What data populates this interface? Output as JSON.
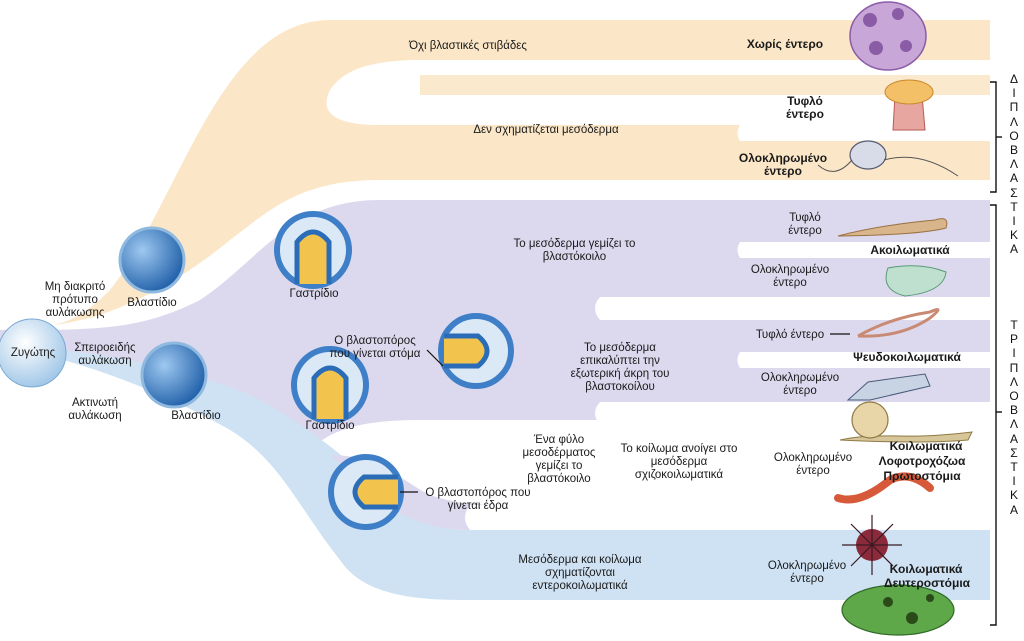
{
  "colors": {
    "diplo_band": "#fbe7c8",
    "triplo_band": "#dcd9ee",
    "deutero_band": "#cfe2f3",
    "embryo_blue": "#3f7fc8",
    "embryo_yellow": "#f2c44e"
  },
  "labels": {
    "zygote": "Ζυγώτης",
    "indeterminate_cleavage": "Μη διακριτό πρότυπο αυλάκωσης",
    "spiral_cleavage": "Σπειροειδής αυλάκωση",
    "radial_cleavage": "Ακτινωτή αυλάκωση",
    "blastula_1": "Βλαστίδιο",
    "blastula_2": "Βλαστίδιο",
    "gastrula_1": "Γαστρίδιο",
    "gastrula_2": "Γαστρίδιο",
    "blastopore_mouth": "Ο βλαστοπόρος που γίνεται στόμα",
    "blastopore_anus": "Ο βλαστοπόρος που γίνεται έδρα",
    "no_germ_layers": "Όχι βλαστικές στιβάδες",
    "no_mesoderm": "Δεν σχηματίζεται μεσόδερμα",
    "mesoderm_fills": "Το μεσόδερμα γεμίζει το βλαστόκοιλο",
    "mesoderm_lines": "Το μεσόδερμα επικαλύπτει την εξωτερική άκρη του βλαστοκοίλου",
    "mesoderm_sheet": "Ένα φύλο μεσοδέρματος γεμίζει το βλαστόκοιλο",
    "schizocoely": "Το κοίλωμα ανοίγει στο μεσόδερμα σχιζοκοιλωματικά",
    "enterocoely": "Μεσόδερμα και κοίλωμα σχηματίζονται εντεροκοιλωματικά",
    "no_gut": "Χωρίς έντερο",
    "blind_gut_1": "Τυφλό έντερο",
    "complete_gut_1": "Ολοκληρωμένο έντερο",
    "blind_gut_2": "Τυφλό έντερο",
    "acoelomates": "Ακοιλωματικά",
    "complete_gut_2": "Ολοκληρωμένο έντερο",
    "blind_gut_3": "Τυφλό έντερο",
    "pseudocoelomates": "Ψευδοκοιλωματικά",
    "complete_gut_3": "Ολοκληρωμένο έντερο",
    "complete_gut_4": "Ολοκληρωμένο έντερο",
    "coelomates_lopho_1": "Κοιλωματικά",
    "coelomates_lopho_2": "Λοφοτροχόζωα",
    "coelomates_lopho_3": "Πρωτοστόμια",
    "complete_gut_5": "Ολοκληρωμένο έντερο",
    "coelomates_deutero_1": "Κοιλωματικά",
    "coelomates_deutero_2": "Δευτεροστόμια",
    "diploblastic": "ΔΙΠΛΟΒΛΑΣΤΙΚΑ",
    "triploblastic": "ΤΡΙΠΛΟΒΛΑΣΤΙΚΑ"
  }
}
